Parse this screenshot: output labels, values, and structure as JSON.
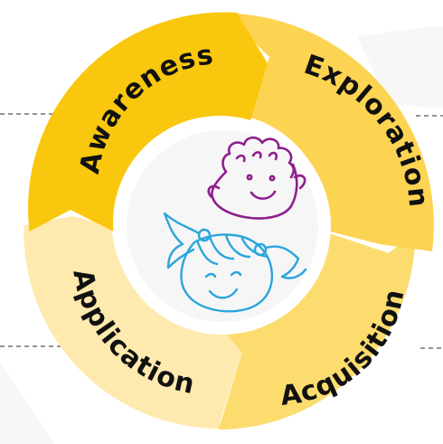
{
  "cycle": {
    "stages": [
      {
        "label": "Awareness",
        "color": "#F9C80E"
      },
      {
        "label": "Exploration",
        "color": "#FDD352"
      },
      {
        "label": "Acquisition",
        "color": "#FDDC6F"
      },
      {
        "label": "Application",
        "color": "#FEEAAE"
      }
    ],
    "center_fill": "#F6F6F6",
    "center_ring_color": "#FFFFFF",
    "illustrations": [
      {
        "name": "boy-face-icon",
        "color": "#8E1F8C"
      },
      {
        "name": "girl-face-icon",
        "color": "#2AA5DC"
      }
    ]
  }
}
